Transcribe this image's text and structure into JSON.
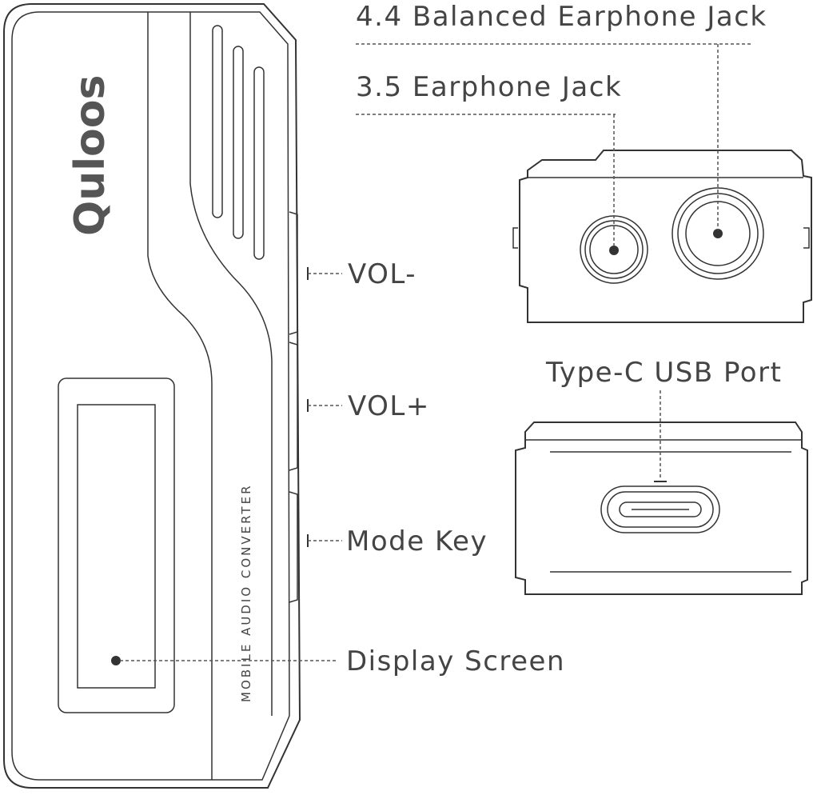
{
  "brand": {
    "logo_text": "Quloos",
    "product_text": "MOBILE AUDIO CONVERTER"
  },
  "labels": {
    "balanced_jack": "4.4 Balanced Earphone Jack",
    "earphone_jack": "3.5 Earphone Jack",
    "vol_minus": "VOL-",
    "vol_plus": "VOL+",
    "mode_key": "Mode Key",
    "display_screen": "Display Screen",
    "usb_port": "Type-C USB Port"
  },
  "colors": {
    "line": "#333333",
    "text": "#444444"
  }
}
